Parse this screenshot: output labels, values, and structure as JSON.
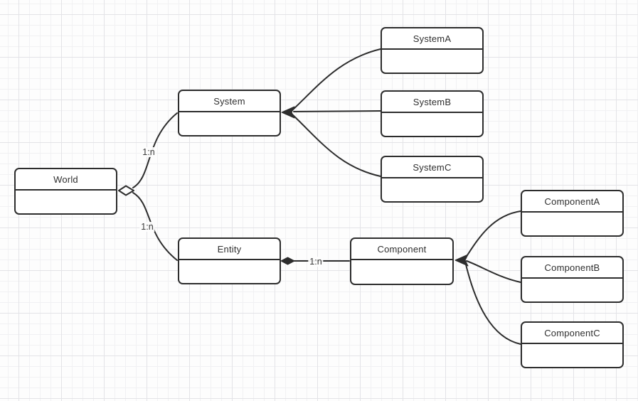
{
  "canvas": {
    "background": "#fdfdfd",
    "grid_minor_color": "#f1f1f3",
    "grid_major_color": "#e3e3e7",
    "stroke_color": "#2d2d2d",
    "node_fill": "#ffffff",
    "text_color": "#2f2f2f"
  },
  "nodes": {
    "world": {
      "label": "World"
    },
    "system": {
      "label": "System"
    },
    "entity": {
      "label": "Entity"
    },
    "component": {
      "label": "Component"
    },
    "system_a": {
      "label": "SystemA"
    },
    "system_b": {
      "label": "SystemB"
    },
    "system_c": {
      "label": "SystemC"
    },
    "component_a": {
      "label": "ComponentA"
    },
    "component_b": {
      "label": "ComponentB"
    },
    "component_c": {
      "label": "ComponentC"
    }
  },
  "edges": {
    "world_system": {
      "label": "1:n",
      "type": "aggregation",
      "from": "World",
      "to": "System"
    },
    "world_entity": {
      "label": "1:n",
      "type": "aggregation",
      "from": "World",
      "to": "Entity"
    },
    "entity_component": {
      "label": "1:n",
      "type": "composition",
      "from": "Entity",
      "to": "Component"
    },
    "system_a_system": {
      "type": "arrow",
      "from": "SystemA",
      "to": "System"
    },
    "system_b_system": {
      "type": "arrow",
      "from": "SystemB",
      "to": "System"
    },
    "system_c_system": {
      "type": "arrow",
      "from": "SystemC",
      "to": "System"
    },
    "component_a_component": {
      "type": "arrow",
      "from": "ComponentA",
      "to": "Component"
    },
    "component_b_component": {
      "type": "arrow",
      "from": "ComponentB",
      "to": "Component"
    },
    "component_c_component": {
      "type": "arrow",
      "from": "ComponentC",
      "to": "Component"
    }
  }
}
